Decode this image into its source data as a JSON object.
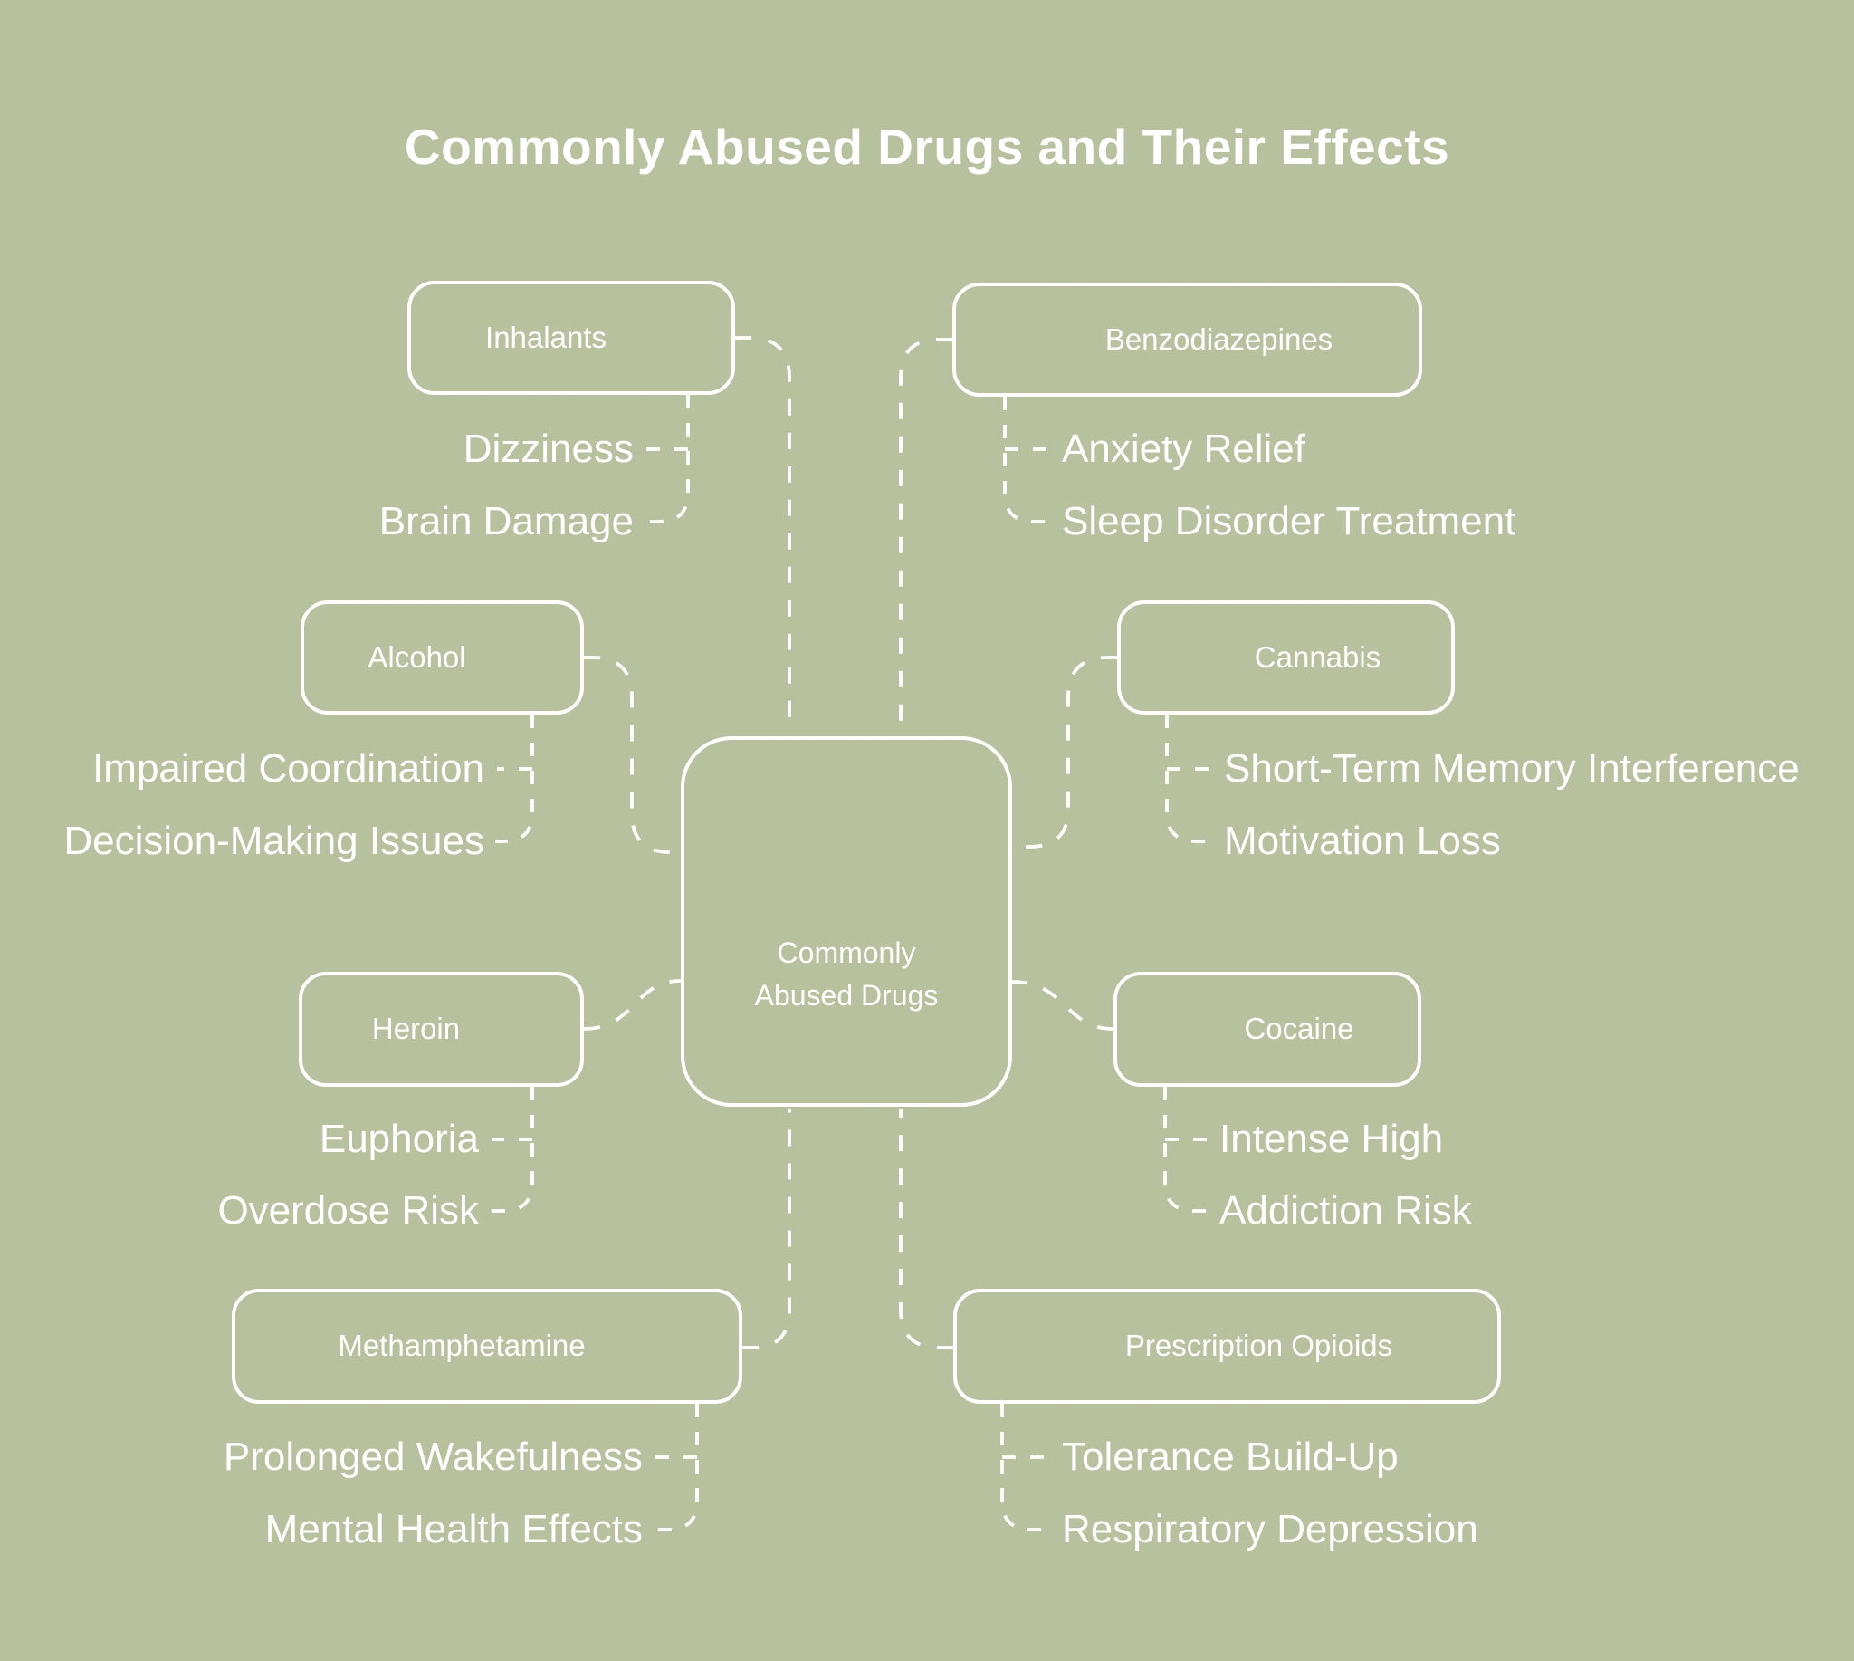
{
  "title": "Commonly Abused Drugs and Their Effects",
  "colors": {
    "background": "#b7c19d",
    "foreground": "#ffffff"
  },
  "center": {
    "label_line1": "Commonly",
    "label_line2": "Abused Drugs"
  },
  "nodes": [
    {
      "id": "inhalants",
      "label": "Inhalants",
      "side": "left",
      "effects": [
        "Dizziness",
        "Brain Damage"
      ]
    },
    {
      "id": "benzodiazepines",
      "label": "Benzodiazepines",
      "side": "right",
      "effects": [
        "Anxiety Relief",
        "Sleep Disorder Treatment"
      ]
    },
    {
      "id": "alcohol",
      "label": "Alcohol",
      "side": "left",
      "effects": [
        "Impaired Coordination",
        "Decision-Making Issues"
      ]
    },
    {
      "id": "cannabis",
      "label": "Cannabis",
      "side": "right",
      "effects": [
        "Short-Term Memory Interference",
        "Motivation Loss"
      ]
    },
    {
      "id": "heroin",
      "label": "Heroin",
      "side": "left",
      "effects": [
        "Euphoria",
        "Overdose Risk"
      ]
    },
    {
      "id": "cocaine",
      "label": "Cocaine",
      "side": "right",
      "effects": [
        "Intense High",
        "Addiction Risk"
      ]
    },
    {
      "id": "methamphetamine",
      "label": "Methamphetamine",
      "side": "left",
      "effects": [
        "Prolonged Wakefulness",
        "Mental Health Effects"
      ]
    },
    {
      "id": "prescription-opioids",
      "label": "Prescription Opioids",
      "side": "right",
      "effects": [
        "Tolerance Build-Up",
        "Respiratory Depression"
      ]
    }
  ]
}
